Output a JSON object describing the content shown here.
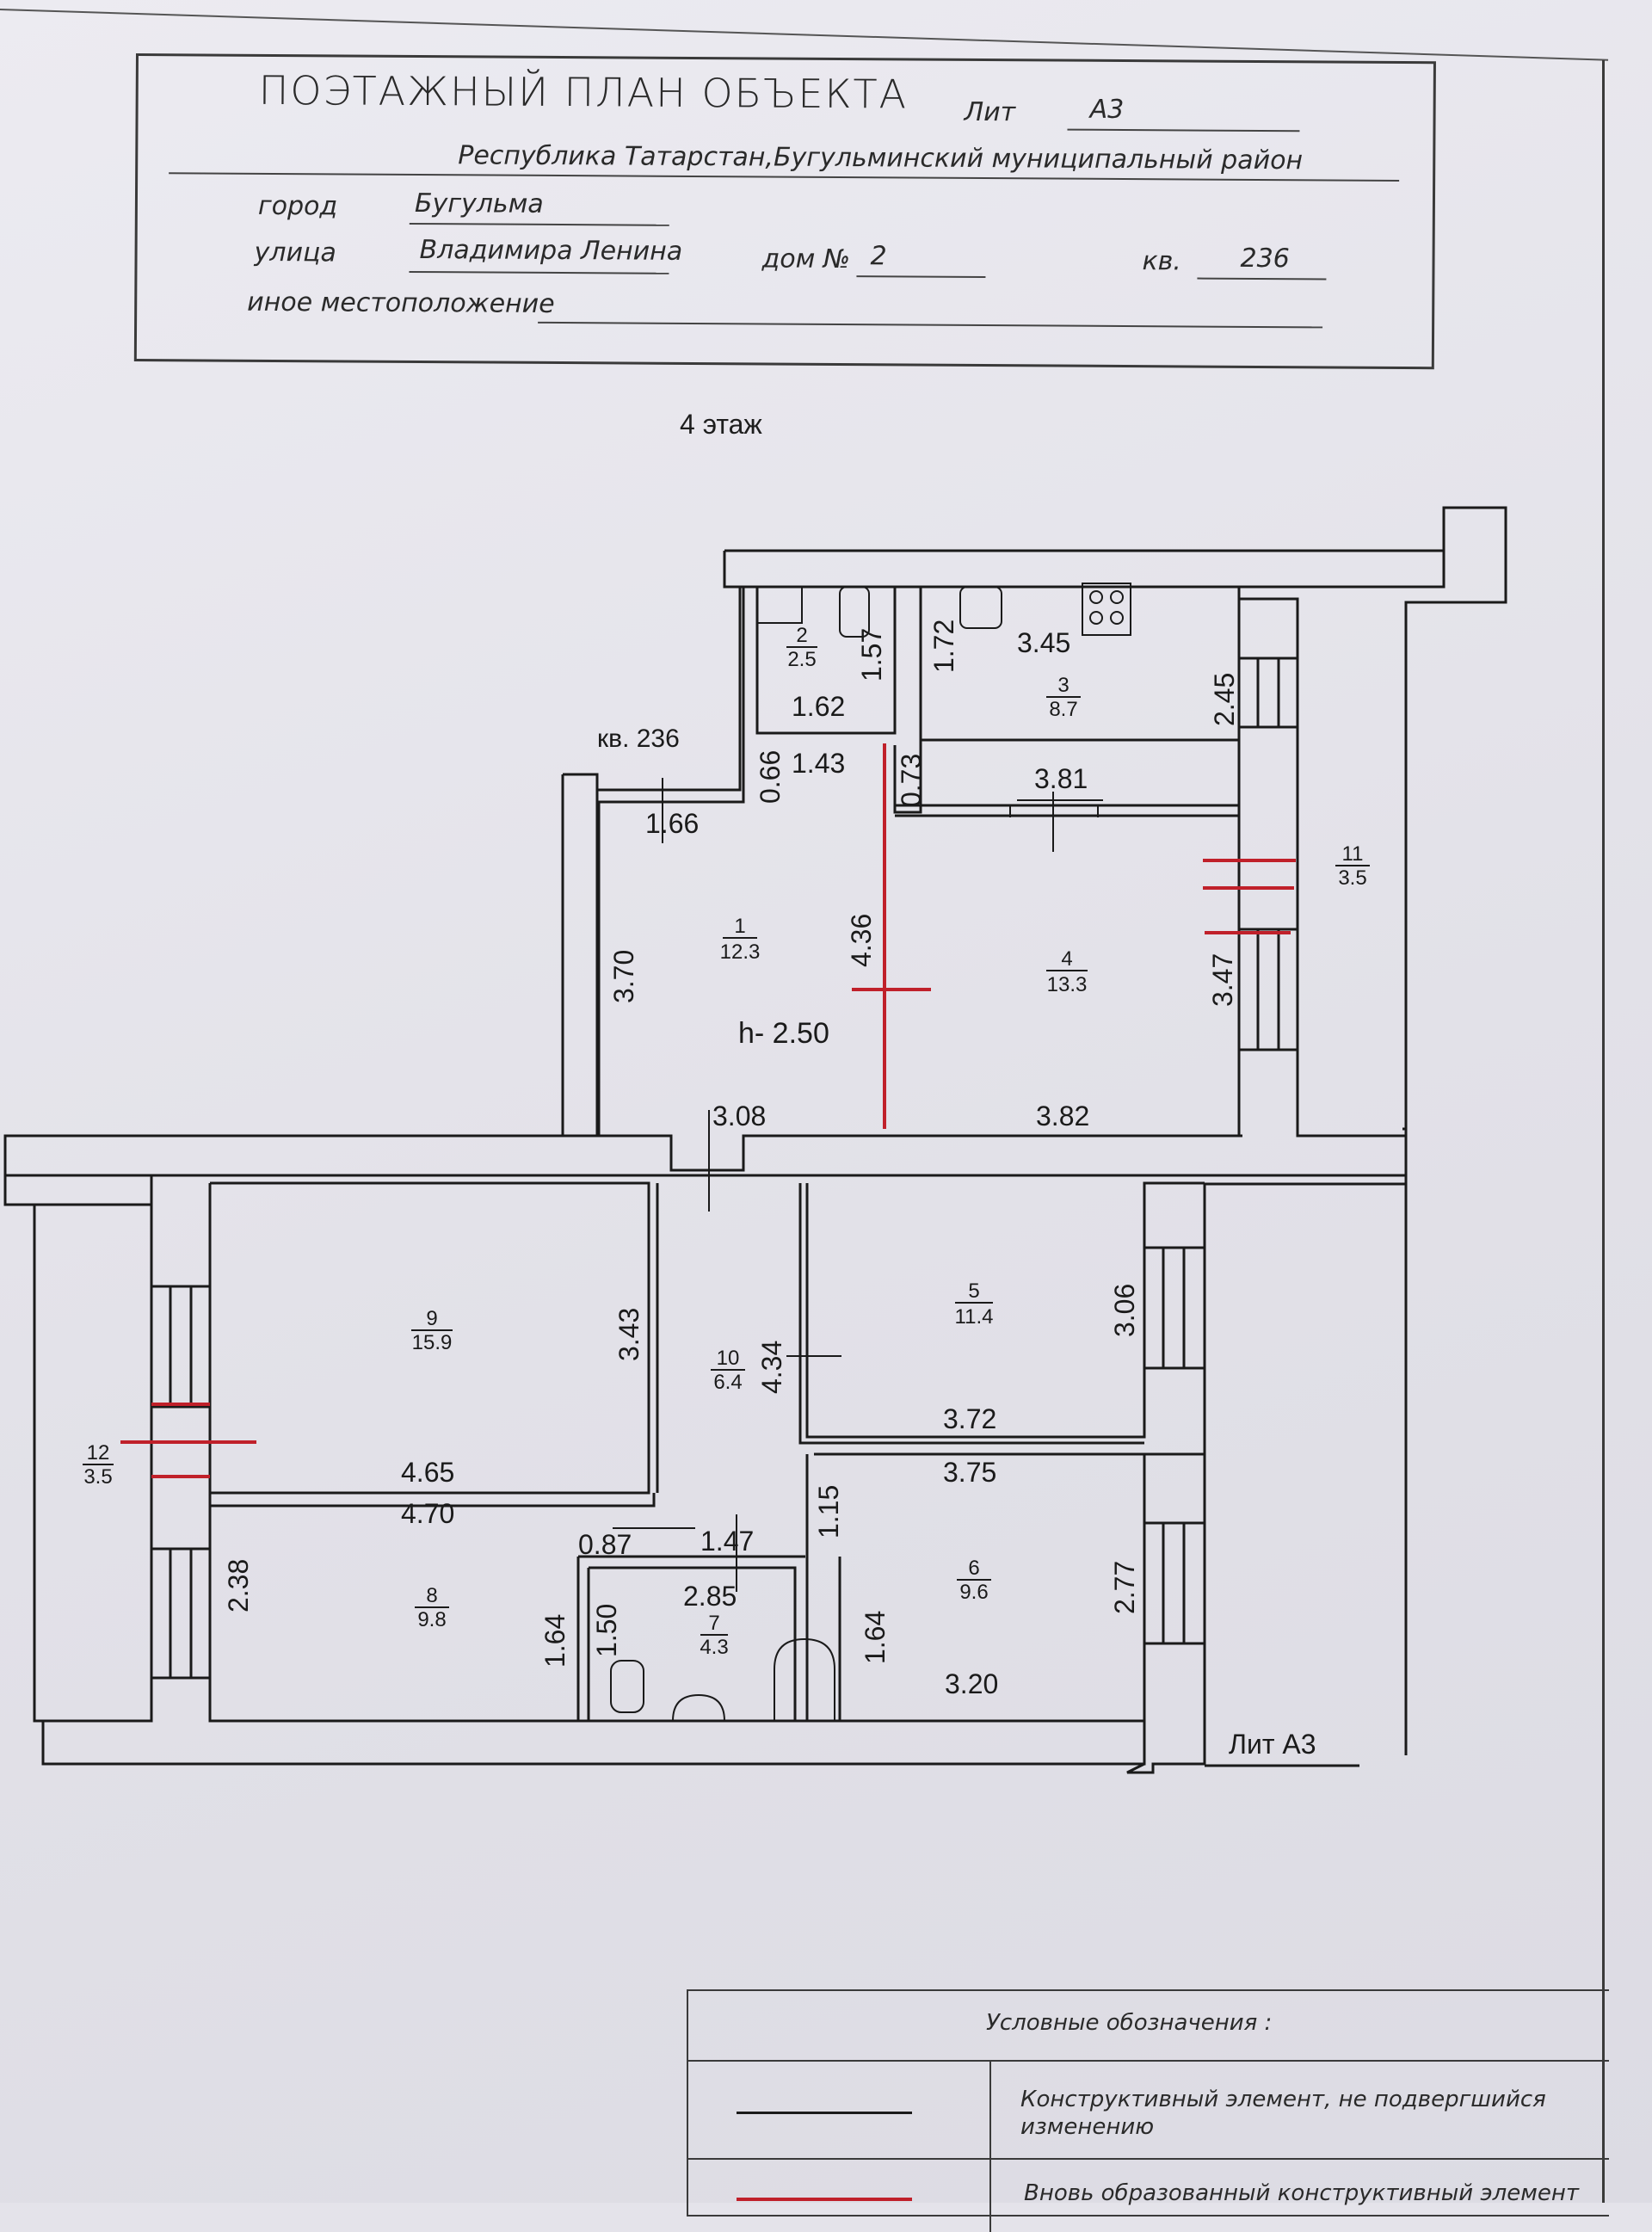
{
  "title_block": {
    "title": "ПОЭТАЖНЫЙ ПЛАН ОБЪЕКТА",
    "lit_label": "Лит",
    "lit_value": "А3",
    "region": "Республика Татарстан,Бугульминский муниципальный район",
    "city_label": "город",
    "city_value": "Бугульма",
    "street_label": "улица",
    "street_value": "Владимира Ленина",
    "house_label": "дом №",
    "house_value": "2",
    "apt_label": "кв.",
    "apt_value": "236",
    "other_label": "иное местоположение",
    "other_value": ""
  },
  "floor": "4  этаж",
  "plan": {
    "apartment_label": "кв. 236",
    "height_label": "h- 2.50",
    "lit_label": "Лит А3",
    "rooms": [
      {
        "num": "1",
        "area": "12.3"
      },
      {
        "num": "2",
        "area": "2.5"
      },
      {
        "num": "3",
        "area": "8.7"
      },
      {
        "num": "4",
        "area": "13.3"
      },
      {
        "num": "5",
        "area": "11.4"
      },
      {
        "num": "6",
        "area": "9.6"
      },
      {
        "num": "7",
        "area": "4.3"
      },
      {
        "num": "8",
        "area": "9.8"
      },
      {
        "num": "9",
        "area": "15.9"
      },
      {
        "num": "10",
        "area": "6.4"
      },
      {
        "num": "11",
        "area": "3.5"
      },
      {
        "num": "12",
        "area": "3.5"
      }
    ],
    "dims": [
      "3.45",
      "1.72",
      "1.57",
      "1.62",
      "2.45",
      "0.66",
      "1.43",
      "0.73",
      "3.81",
      "1.66",
      "3.70",
      "4.36",
      "3.47",
      "3.08",
      "3.82",
      "3.43",
      "4.34",
      "3.06",
      "3.72",
      "4.65",
      "3.75",
      "4.70",
      "1.15",
      "0.87",
      "1.47",
      "2.85",
      "2.38",
      "1.64",
      "1.50",
      "1.64",
      "2.77",
      "3.20"
    ]
  },
  "legend": {
    "title": "Условные обозначения :",
    "row1": "Конструктивный элемент, не подвергшийся изменению",
    "row2": "Вновь образованный конструктивный элемент",
    "color_existing": "#1a1a1a",
    "color_new": "#c0202a"
  }
}
